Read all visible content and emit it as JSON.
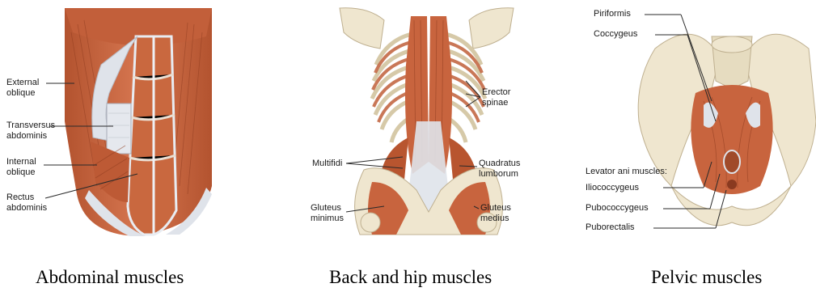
{
  "panels": {
    "abdominal": {
      "caption": "Abdominal muscles",
      "labels": {
        "external_oblique": [
          "External",
          "oblique"
        ],
        "transversus_abdominis": [
          "Transversus",
          "abdominis"
        ],
        "internal_oblique": [
          "Internal",
          "oblique"
        ],
        "rectus_abdominis": [
          "Rectus",
          "abdominis"
        ]
      }
    },
    "back_hip": {
      "caption": "Back and hip muscles",
      "labels": {
        "erector_spinae": [
          "Erector",
          "spinae"
        ],
        "multifidi": [
          "Multifidi"
        ],
        "quadratus_lumborum": [
          "Quadratus",
          "lumborum"
        ],
        "gluteus_minimus": [
          "Gluteus",
          "minimus"
        ],
        "gluteus_medius": [
          "Gluteus",
          "medius"
        ]
      }
    },
    "pelvic": {
      "caption": "Pelvic muscles",
      "labels": {
        "piriformis": "Piriformis",
        "coccygeus": "Coccygeus",
        "levator_ani_heading": "Levator ani muscles:",
        "iliococcygeus": "Iliococcygeus",
        "pubococcygeus": "Pubococcygeus",
        "puborectalis": "Puborectalis"
      }
    }
  },
  "colors": {
    "muscle": "#c8643e",
    "muscle_dark": "#a84a2a",
    "muscle_light": "#de8a62",
    "bone": "#efe6cf",
    "bone_shade": "#d6c9a8",
    "fascia": "#dfe3ea",
    "leader_line": "#2a2a2a"
  }
}
